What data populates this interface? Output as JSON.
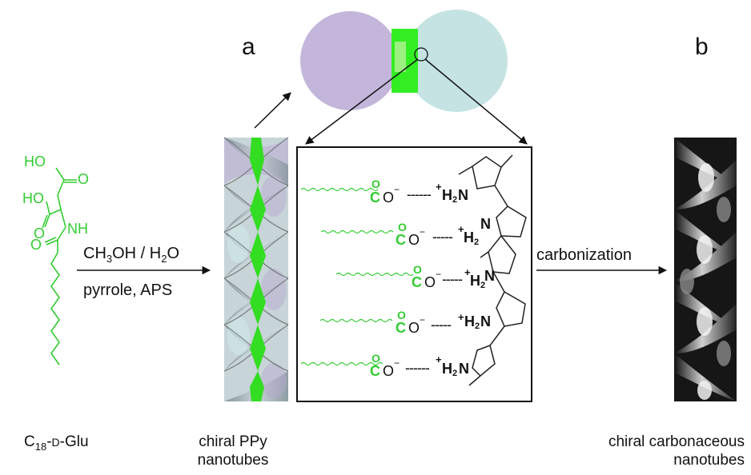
{
  "labels": {
    "panel_a": "a",
    "panel_b": "b",
    "reagent_main": "CH",
    "reagent_sub1": "3",
    "reagent_mid": "OH / H",
    "reagent_sub2": "2",
    "reagent_end": "O",
    "conditions_line2": "pyrrole, APS",
    "process": "carbonization",
    "molecule_name_pre": "C",
    "molecule_name_sub": "18",
    "molecule_name_post": "-",
    "molecule_name_smallcap": "D",
    "molecule_name_end": "-Glu",
    "ppy_caption_line1": "chiral PPy",
    "ppy_caption_line2": "nanotubes",
    "carbon_caption_line1": "chiral carbonaceous",
    "carbon_caption_line2": "nanotubes"
  },
  "glu_atoms": {
    "ho_top": "HO",
    "o_top": "O",
    "ho_mid": "HO",
    "o_left": "O",
    "nh": "NH",
    "o_amide": "O"
  },
  "inset_atoms": {
    "carbon": "C",
    "oxygen_double": "O",
    "oxygen_minus": "O",
    "charge_minus": "−",
    "charge_plus": "+",
    "ammonium": "H",
    "ammonium_sub": "2",
    "ammonium_n": "N",
    "pyrrole_n": "N"
  },
  "colors": {
    "green": "#33cc33",
    "purple_circle": "#b8a9d4",
    "cyan_circle": "#bfe0e0",
    "black": "#111111"
  }
}
